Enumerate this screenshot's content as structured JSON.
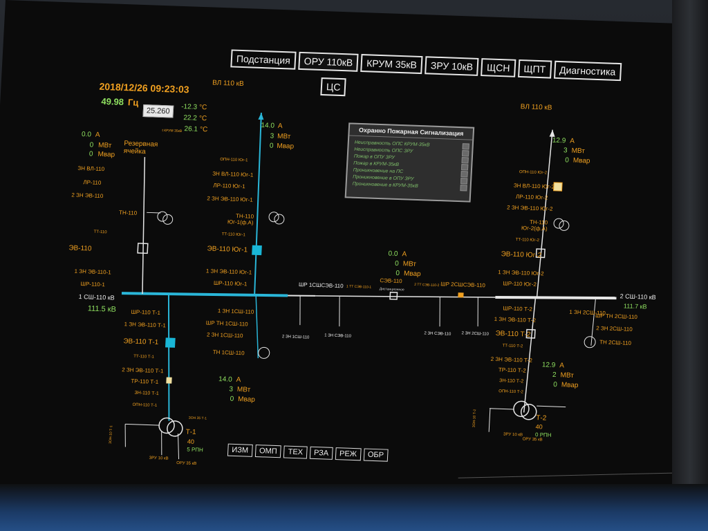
{
  "nav": {
    "tabs": [
      {
        "label": "Подстанция"
      },
      {
        "label": "ОРУ 110кВ"
      },
      {
        "label": "КРУМ 35кВ"
      },
      {
        "label": "ЗРУ 10кВ"
      },
      {
        "label": "ЩСН"
      },
      {
        "label": "ЩПТ"
      },
      {
        "label": "Диагностика"
      }
    ],
    "cs_label": "ЦС"
  },
  "status": {
    "datetime": "2018/12/26 09:23:03",
    "freq_value": "49.98",
    "freq_unit": "Гц",
    "popup_value": "25.260",
    "temps": [
      {
        "value": "-12.3",
        "unit": "°C"
      },
      {
        "value": "22.2",
        "unit": "°C"
      },
      {
        "value": "26.1",
        "unit": "°C"
      }
    ],
    "temp_label": "t КРУМ 35кВ"
  },
  "feeders": {
    "left_title": "ВЛ 110 кВ",
    "right_title": "ВЛ 110 кВ"
  },
  "measurements": {
    "reserve": {
      "a": "0.0",
      "a_u": "А",
      "p": "0",
      "p_u": "МВт",
      "q": "0",
      "q_u": "Мвар",
      "name": "Резервная ячейка"
    },
    "jug1": {
      "a": "14.0",
      "a_u": "А",
      "p": "3",
      "p_u": "МВт",
      "q": "0",
      "q_u": "Мвар"
    },
    "jug2": {
      "a": "12.9",
      "a_u": "А",
      "p": "3",
      "p_u": "МВт",
      "q": "0",
      "q_u": "Мвар"
    },
    "sev": {
      "a": "0.0",
      "a_u": "А",
      "p": "0",
      "p_u": "МВт",
      "q": "0",
      "q_u": "Мвар"
    },
    "t1": {
      "a": "14.0",
      "a_u": "А",
      "p": "3",
      "p_u": "МВт",
      "q": "0",
      "q_u": "Мвар"
    },
    "t2": {
      "a": "12.9",
      "a_u": "А",
      "p": "2",
      "p_u": "МВт",
      "q": "0",
      "q_u": "Мвар"
    }
  },
  "bus": {
    "bus1_name": "1 СШ-110 кВ",
    "bus1_volt": "111.5 кВ",
    "bus2_name": "2 СШ-110 кВ",
    "bus2_volt": "111.7 кВ"
  },
  "labels": {
    "left": [
      "ЗН ВЛ-110",
      "ЛР-110",
      "2 ЗН ЭВ-110",
      "ТН-110",
      "ТТ-110",
      "ЭВ-110",
      "1 ЗН ЭВ-110-1",
      "ШР-110-1"
    ],
    "jug1": [
      "ОПН-110 Юг-1",
      "ЗН ВЛ-110 Юг-1",
      "ЛР-110 Юг-1",
      "2 ЗН ЭВ-110 Юг-1",
      "ТН-110 Юг-1(ф.А)",
      "ТТ-110 Юг-1",
      "ЭВ-110 Юг-1",
      "1 ЗН ЭВ-110 Юг-1",
      "ШР-110 Юг-1"
    ],
    "tn1": [
      "1 ЗН 1СШ-110",
      "ШР ТН 1СШ-110",
      "2 ЗН 1СШ-110",
      "ТН 1СШ-110"
    ],
    "sev": [
      "ШР 1СШСЭВ-110",
      "1 ТТ СЭВ-110-1",
      "СЭВ-110",
      "2 ТТ СЭВ-110-2",
      "ШР 2СШСЭВ-110",
      "1 ЗН СЭВ-110",
      "2 ЗН 1СШ-110",
      "2 ЗН СЭВ-110",
      "2 ЗН 2СШ-110"
    ],
    "t1": [
      "ШР-110 Т-1",
      "1 ЗН ЭВ-110 Т-1",
      "ЭВ-110 Т-1",
      "ТТ-110 Т-1",
      "2 ЗН ЭВ-110 Т-1",
      "ТР-110 Т-1",
      "ЗН-110 Т-1",
      "ОПН-110 Т-1"
    ],
    "jug2": [
      "ОПН-110 Юг-2",
      "ЗН ВЛ-110 Юг-2",
      "ЛР-110 Юг-2",
      "2 ЗН ЭВ-110 Юг-2",
      "ТН-110 Юг-2(ф.А)",
      "ТТ-110 Юг-2",
      "ЭВ-110 Юг-2",
      "1 ЗН ЭВ-110 Юг-2",
      "ШР-110 Юг-2"
    ],
    "t2": [
      "ШР-110 Т-2",
      "1 ЗН ЭВ-110 Т-2",
      "ЭВ-110 Т-2",
      "ТТ-110 Т-2",
      "2 ЗН ЭВ-110 Т-2",
      "ТР-110 Т-2",
      "ЗН-110 Т-2",
      "ОПН-110 Т-2"
    ],
    "tn2": [
      "1 ЗН 2СШ-110",
      "ШР ТН 2СШ-110",
      "2 ЗН 2СШ-110",
      "ТН 2СШ-110"
    ],
    "sub": "Дистанционное"
  },
  "transformers": {
    "t1": {
      "name": "Т-1",
      "tap": "40",
      "rpn": "5 РПН",
      "zru": "ЗРУ 10 кВ",
      "oru": "ОРУ 35 кВ",
      "zn": "ЗОН 35 Т-1",
      "ns": "ЗОН-10 Т-1"
    },
    "t2": {
      "name": "Т-2",
      "tap": "40",
      "rpn": "0 РПН",
      "zru": "ЗРУ 10 кВ",
      "oru": "ОРУ 35 кВ",
      "ns": "ЗОН-10 Т-2"
    }
  },
  "alarm": {
    "title": "Охранно Пожарная Сигнализация",
    "items": [
      "Неисправность ОПС КРУМ-35кВ",
      "Неисправность ОПС ЗРУ",
      "Пожар в ОПУ ЗРУ",
      "Пожар в КРУМ-35кВ",
      "Проникновение на ПС",
      "Проникновение в ОПУ ЗРУ",
      "Проникновение в КРУМ-35кВ"
    ]
  },
  "bottom_bar": {
    "buttons": [
      {
        "label": "ИЗМ"
      },
      {
        "label": "ОМП"
      },
      {
        "label": "ТЕХ"
      },
      {
        "label": "РЗА"
      },
      {
        "label": "РЕЖ"
      },
      {
        "label": "ОБР"
      }
    ]
  },
  "colors": {
    "energized": "#2ab6d8",
    "deenergized": "#e6e6e6",
    "breaker_on": "#19b6d6",
    "breaker_off": "#f0f0f0",
    "ground_switch": "#3ec0e0",
    "label": "#f0a020",
    "value": "#8fe060"
  }
}
